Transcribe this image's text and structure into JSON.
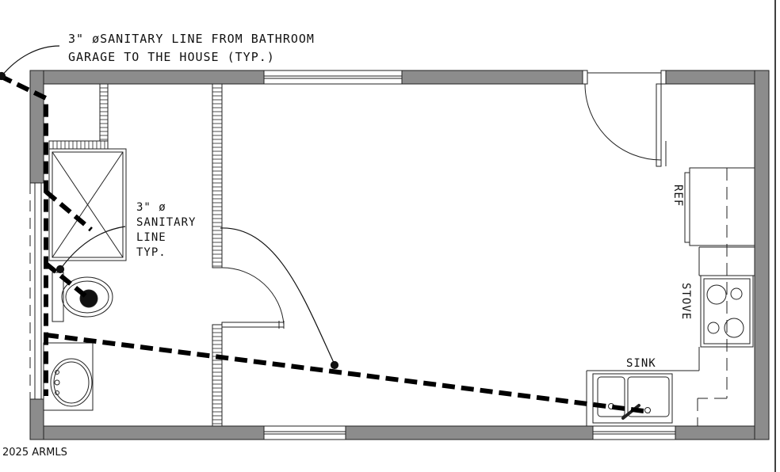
{
  "notes": {
    "main_line1": "3\" øSANITARY LINE FROM BATHROOM",
    "main_line2": "GARAGE TO THE HOUSE (TYP.)",
    "local_line1": "3\" ø",
    "local_line2": "SANITARY",
    "local_line3": "LINE",
    "local_line4": "TYP."
  },
  "fixtures": {
    "ref": "REF",
    "stove": "STOVE",
    "sink": "SINK"
  },
  "copyright": "2025 ARMLS",
  "colors": {
    "wall": "#8c8c8c",
    "line": "#000000",
    "background": "#ffffff"
  }
}
